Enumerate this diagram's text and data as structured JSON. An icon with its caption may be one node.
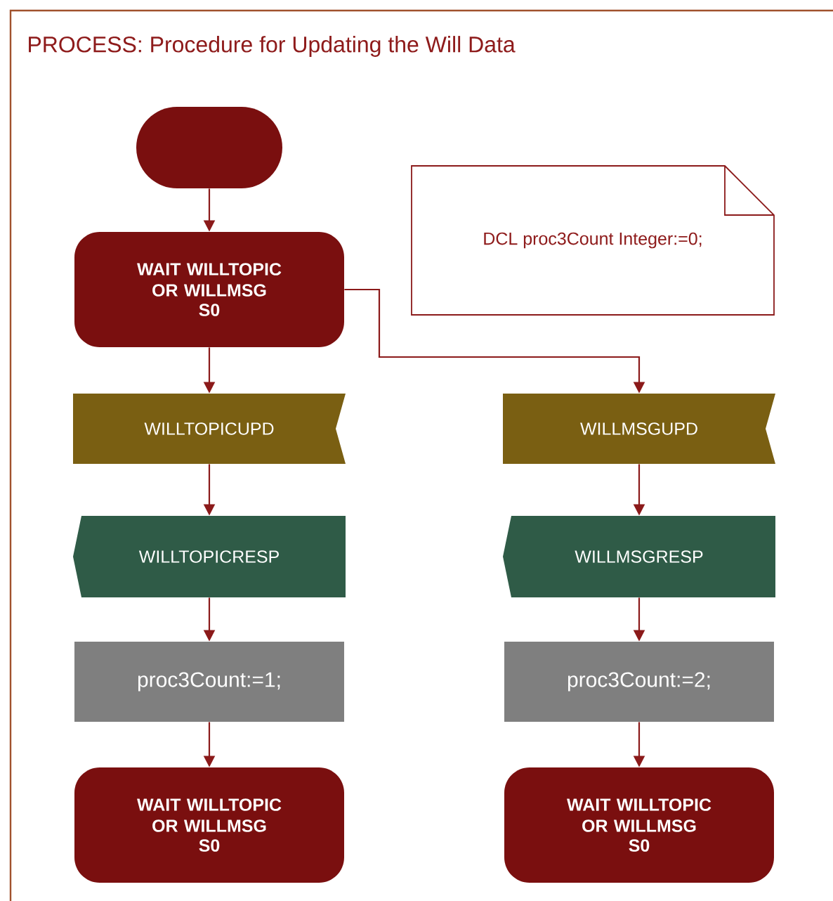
{
  "diagram": {
    "title": "PROCESS: Procedure for Updating the Will Data",
    "nodes": [
      {
        "text": [],
        "shape": "oval"
      },
      {
        "text": [
          "WAIT WILLTOPIC OR WILLMSG",
          "S0"
        ]
      },
      {
        "text": [
          "WILLTOPICUPD"
        ]
      },
      {
        "text": [
          "WILLMSGUPD"
        ]
      },
      {
        "text": [
          "WILLTOPICRESP"
        ]
      },
      {
        "text": [
          "WILLMSGRESP"
        ]
      },
      {
        "text": [
          "proc3Count:=1;"
        ]
      },
      {
        "text": [
          "proc3Count:=2;"
        ]
      },
      {
        "text": [
          "WAIT WILLTOPIC OR WILLMSG",
          "S0"
        ]
      },
      {
        "text": [
          "WAIT WILLTOPIC OR WILLMSG",
          "S0"
        ]
      },
      {
        "text": [
          "DCL  proc3Count Integer:=0;"
        ]
      }
    ],
    "edges": [
      {
        "from": 0,
        "to": 1,
        "arrow": "to"
      },
      {
        "from": 1,
        "to": 2,
        "arrow": "to"
      },
      {
        "from": 1,
        "to": 3,
        "arrow": "to"
      },
      {
        "from": 2,
        "to": 4,
        "arrow": "to"
      },
      {
        "from": 3,
        "to": 5,
        "arrow": "to"
      },
      {
        "from": 4,
        "to": 6,
        "arrow": "to"
      },
      {
        "from": 5,
        "to": 7,
        "arrow": "to"
      },
      {
        "from": 6,
        "to": 8,
        "arrow": "to"
      },
      {
        "from": 7,
        "to": 9,
        "arrow": "to"
      }
    ]
  }
}
